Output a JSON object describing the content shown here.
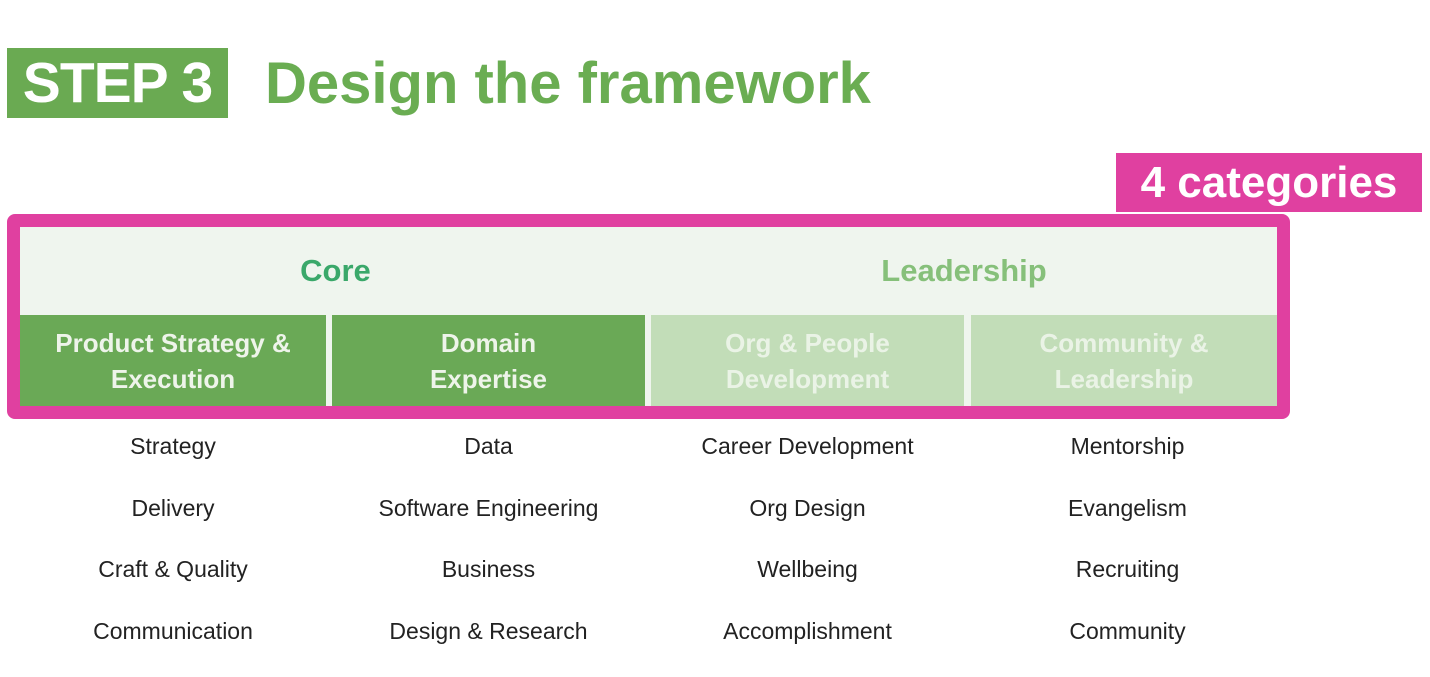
{
  "header": {
    "step_label": "STEP 3",
    "title": "Design the framework",
    "category_badge": "4 categories"
  },
  "colors": {
    "brand_green": "#6aaa52",
    "accent_pink": "#e040a0",
    "core_label": "#3aa86a",
    "leadership_label": "#86c07a",
    "core_cell": "#6aa956",
    "leadership_cell": "#c2ddb8"
  },
  "framework": {
    "groups": [
      {
        "label": "Core"
      },
      {
        "label": "Leadership"
      }
    ],
    "categories": [
      {
        "line1": "Product Strategy &",
        "line2": "Execution",
        "group": "Core",
        "items": [
          "Strategy",
          "Delivery",
          "Craft & Quality",
          "Communication"
        ]
      },
      {
        "line1": "Domain",
        "line2": "Expertise",
        "group": "Core",
        "items": [
          "Data",
          "Software Engineering",
          "Business",
          "Design & Research"
        ]
      },
      {
        "line1": "Org & People",
        "line2": "Development",
        "group": "Leadership",
        "items": [
          "Career Development",
          "Org Design",
          "Wellbeing",
          "Accomplishment"
        ]
      },
      {
        "line1": "Community &",
        "line2": "Leadership",
        "group": "Leadership",
        "items": [
          "Mentorship",
          "Evangelism",
          "Recruiting",
          "Community"
        ]
      }
    ]
  }
}
